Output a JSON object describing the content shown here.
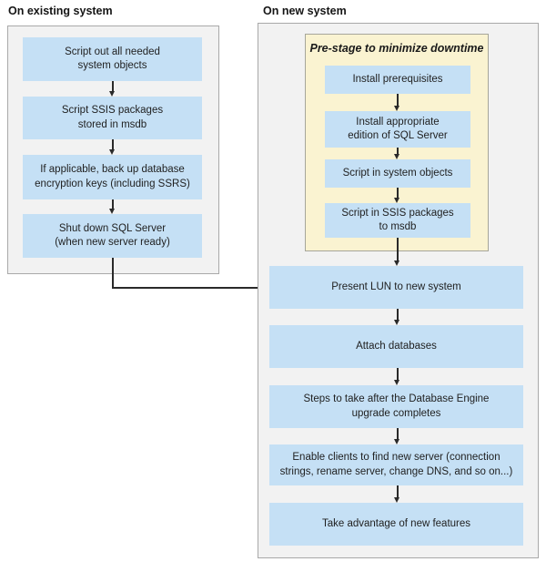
{
  "diagram": {
    "left": {
      "header": "On existing system",
      "boxes": [
        {
          "label": "Script out all needed\nsystem objects"
        },
        {
          "label": "Script SSIS packages\nstored in msdb"
        },
        {
          "label": "If applicable, back up database\nencryption keys (including SSRS)"
        },
        {
          "label": "Shut down SQL Server\n(when new server ready)"
        }
      ]
    },
    "right": {
      "header": "On new system",
      "prestage": {
        "title": "Pre-stage to minimize downtime",
        "boxes": [
          {
            "label": "Install prerequisites"
          },
          {
            "label": "Install appropriate\nedition of SQL Server"
          },
          {
            "label": "Script in system objects"
          },
          {
            "label": "Script in SSIS packages\nto msdb"
          }
        ]
      },
      "boxes": [
        {
          "label": "Present LUN to new system"
        },
        {
          "label": "Attach databases"
        },
        {
          "label": "Steps to take after the Database Engine\nupgrade completes"
        },
        {
          "label": "Enable clients to find new server (connection\nstrings, rename server, change DNS, and so on...)"
        },
        {
          "label": "Take advantage of new features"
        }
      ]
    },
    "colors": {
      "step_fill": "#c5e0f5",
      "panel_fill": "#f2f2f2",
      "panel_border": "#a9a9a9",
      "prestage_fill": "#faf3d1",
      "arrow": "#2a2a2a"
    }
  }
}
